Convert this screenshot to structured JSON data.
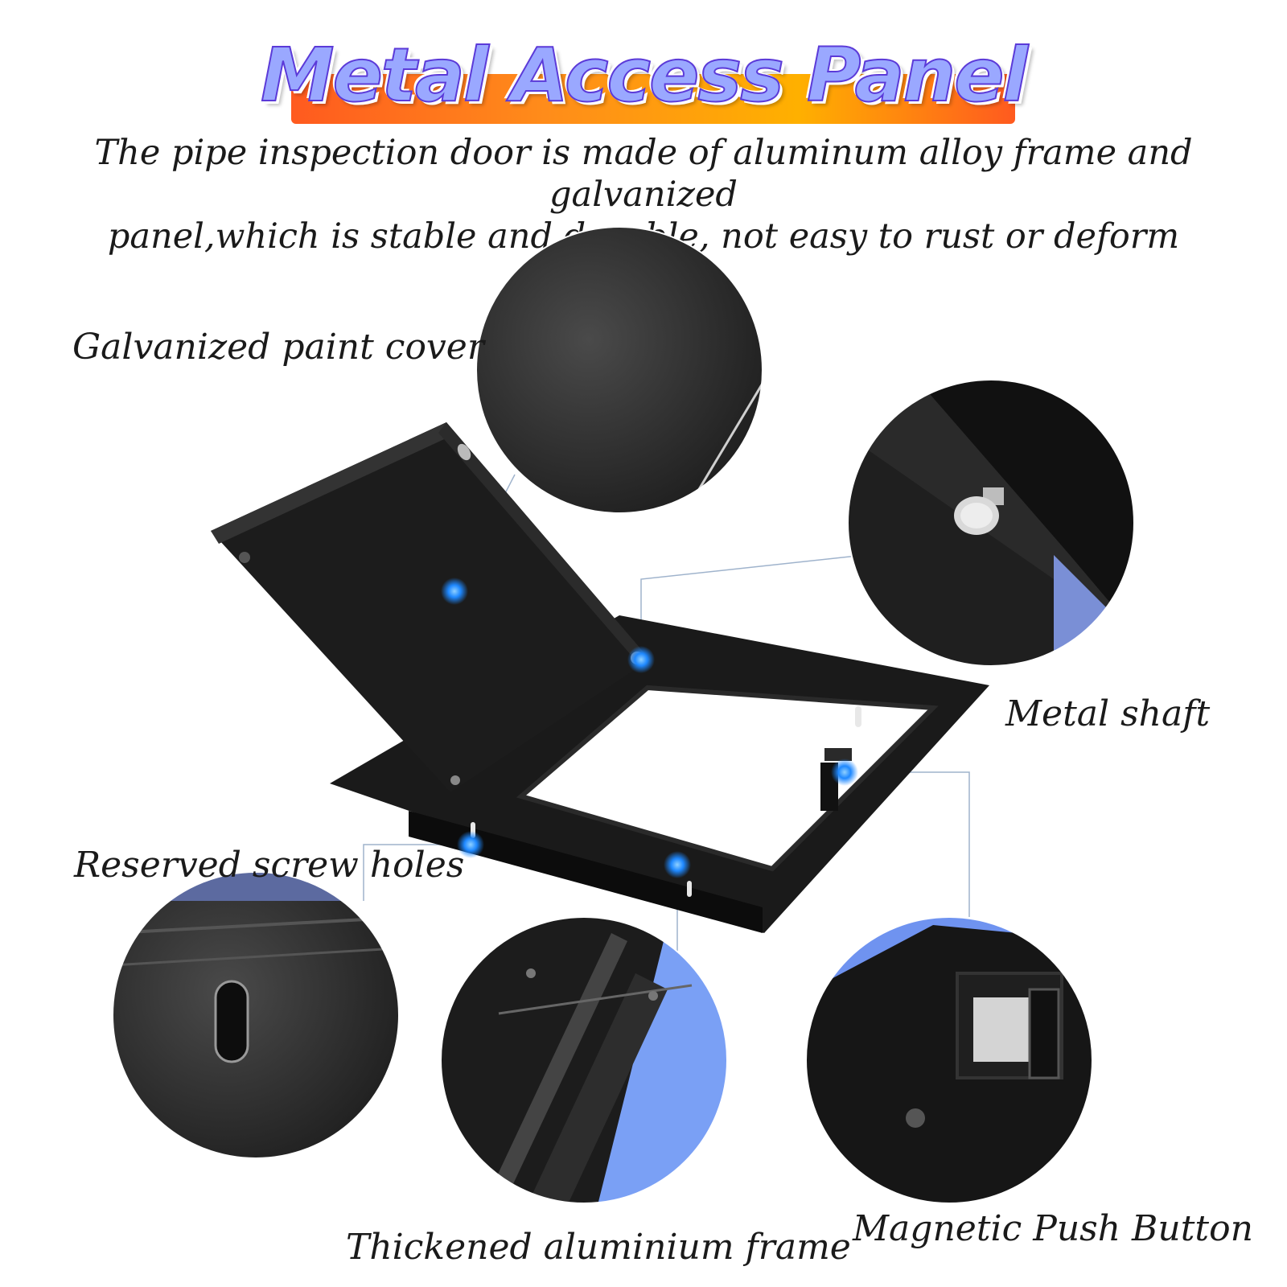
{
  "title": "Metal Access Panel",
  "subtitle": {
    "line1": "The pipe inspection door is made of aluminum alloy frame and galvanized",
    "line2": "panel,which is stable and durable, not easy to rust or deform"
  },
  "callouts": {
    "galvanized_cover": "Galvanized paint cover",
    "metal_shaft": "Metal shaft",
    "screw_holes": "Reserved screw holes",
    "aluminium_frame": "Thickened aluminium frame",
    "push_button": "Magnetic Push Button"
  },
  "colors": {
    "title_fill": "#9aa8ff",
    "title_outline": "#5b3ad8",
    "banner_orange": "#ff8c1a",
    "marker_blue": "#1e88ff",
    "leader_line": "#9fb3cc",
    "product_black": "#151515",
    "background_blue": "#7aa0f5"
  }
}
